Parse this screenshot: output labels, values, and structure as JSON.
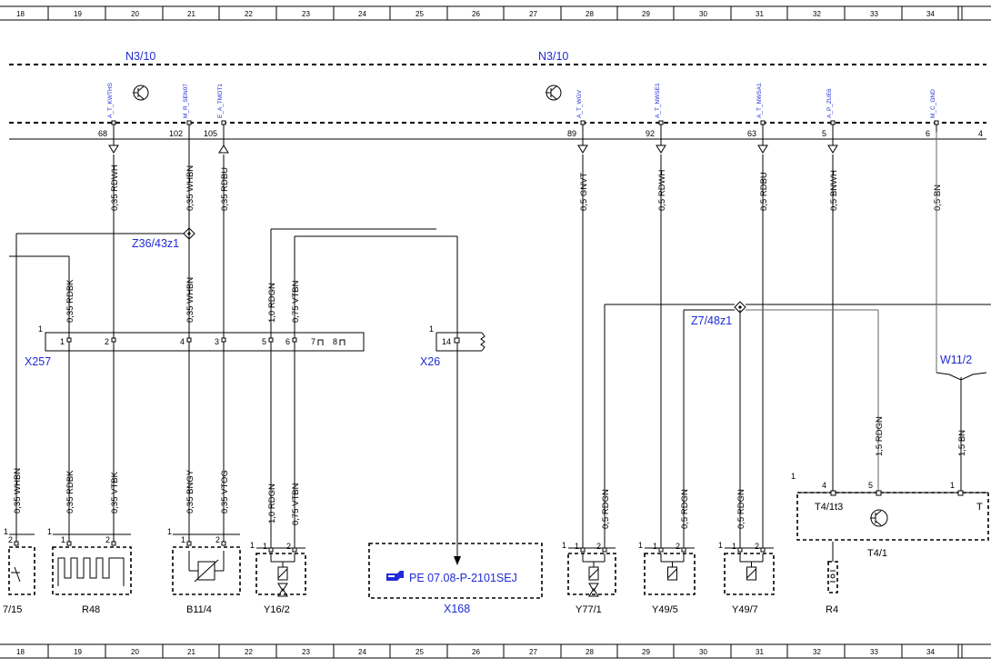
{
  "grid_columns": [
    "18",
    "19",
    "20",
    "21",
    "22",
    "23",
    "24",
    "25",
    "26",
    "27",
    "28",
    "29",
    "30",
    "31",
    "32",
    "33",
    "34"
  ],
  "control_units": [
    {
      "name": "N3/10"
    },
    {
      "name": "N3/10"
    }
  ],
  "signals": [
    {
      "name": "A_T_KWTHS",
      "pin": "68",
      "wire": "0,35 RDWH"
    },
    {
      "name": "M_R_SEN07",
      "pin": "102",
      "wire": "0,35 WHBN"
    },
    {
      "name": "E_A_TMOT1",
      "pin": "105",
      "wire": "0,35 RDBU"
    },
    {
      "name": "A_T_WGV",
      "pin": "89",
      "wire": "0,5 GNVT"
    },
    {
      "name": "A_T_NWSE1",
      "pin": "92",
      "wire": "0,5 RDWH"
    },
    {
      "name": "A_T_NWSA1",
      "pin": "63",
      "wire": "0,5 RDBU"
    },
    {
      "name": "A_P_ZUE6",
      "pin": "5",
      "wire": "0,5 BNWH"
    },
    {
      "name": "M_C_GND",
      "pin": "6",
      "wire": "0,5 BN"
    }
  ],
  "edge_pin": "4",
  "splices": [
    {
      "name": "Z36/43z1"
    },
    {
      "name": "Z7/48z1"
    }
  ],
  "connectors": {
    "x257": {
      "name": "X257",
      "index": "1",
      "pins": [
        "1",
        "2",
        "4",
        "3",
        "5",
        "6",
        "7",
        "8"
      ]
    },
    "x26": {
      "name": "X26",
      "index": "1",
      "pin": "14"
    },
    "w11": {
      "name": "W11/2"
    },
    "x168": {
      "name": "X168",
      "ref": "PE 07.08-P-2101SEJ"
    }
  },
  "wires_mid": [
    {
      "label": "0,35 RDBK"
    },
    {
      "label": "0,35 WHBN"
    },
    {
      "label": "1,0 RDGN"
    },
    {
      "label": "0,75 VTBN"
    }
  ],
  "wires_low": [
    {
      "label": "0,35 WHBN"
    },
    {
      "label": "0,35 RDBK"
    },
    {
      "label": "0,35 VTBK"
    },
    {
      "label": "0,35 BNGY"
    },
    {
      "label": "0,35 VTOG"
    },
    {
      "label": "1,0 RDGN"
    },
    {
      "label": "0,75 VTBN"
    },
    {
      "label": "0,5 RDGN"
    },
    {
      "label": "0,5 RDGN"
    },
    {
      "label": "0,5 RDGN"
    },
    {
      "label": "1,5 RDGN"
    },
    {
      "label": "1,5 BN"
    }
  ],
  "components": [
    {
      "name": "7/15"
    },
    {
      "name": "R48"
    },
    {
      "name": "B11/4"
    },
    {
      "name": "Y16/2"
    },
    {
      "name": "Y77/1"
    },
    {
      "name": "Y49/5"
    },
    {
      "name": "Y49/7"
    },
    {
      "name": "R4"
    }
  ],
  "t4": {
    "name": "T4/1",
    "sub": "T4/1t3",
    "edge": "T",
    "index": "1",
    "pins": [
      "4",
      "5",
      "1"
    ]
  },
  "comp_pins": {
    "one": "1",
    "two": "2"
  },
  "colors": {
    "ink": "#000000",
    "ref_blue": "#1f2bd6",
    "grey_wire": "#666666"
  }
}
